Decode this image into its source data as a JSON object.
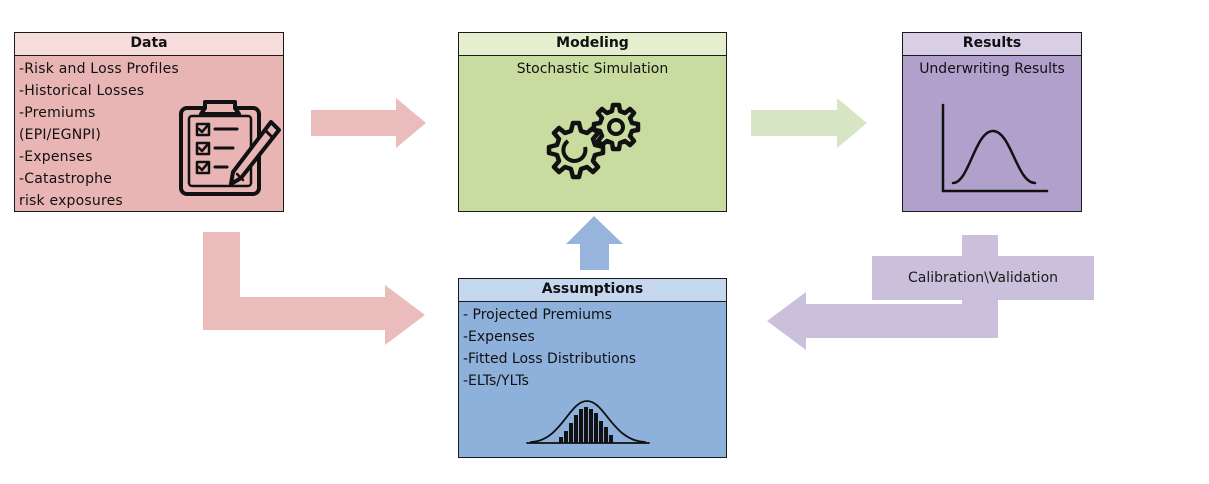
{
  "data_box": {
    "title": "Data",
    "lines": [
      "-Risk and Loss Profiles",
      "-Historical Losses",
      "-Premiums",
      "(EPI/EGNPI)",
      "-Expenses",
      "-Catastrophe",
      "risk exposures"
    ],
    "icon": "clipboard-checklist-pencil-icon"
  },
  "modeling_box": {
    "title": "Modeling",
    "subtitle": "Stochastic Simulation",
    "icon": "gears-icon"
  },
  "results_box": {
    "title": "Results",
    "subtitle": "Underwriting Results",
    "icon": "distribution-curve-icon"
  },
  "assumptions_box": {
    "title": "Assumptions",
    "lines": [
      "- Projected Premiums",
      "-Expenses",
      "-Fitted Loss Distributions",
      "-ELTs/YLTs"
    ],
    "icon": "histogram-bell-curve-icon"
  },
  "feedback_label": "Calibration\\Validation",
  "colors": {
    "data_fill": "#e9b4b4",
    "modeling_fill": "#c8dc9f",
    "results_fill": "#b0a0cb",
    "assumptions_fill": "#8eb1dc",
    "arrow_data": "#ebbcbc",
    "arrow_modeling": "#d6e6c4",
    "arrow_assumptions": "#97b5dc",
    "arrow_feedback": "#cbc0dc"
  }
}
